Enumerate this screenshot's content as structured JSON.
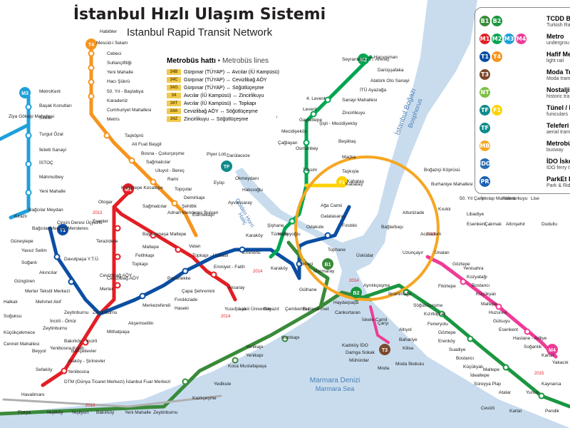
{
  "title": "İstanbul Hızlı Ulaşım Sistemi",
  "subtitle": "Istanbul Rapid Transit Network",
  "colors": {
    "M1": "#e31e24",
    "M2": "#00a651",
    "M3": "#1fa0d9",
    "M4": "#ee3b96",
    "T1": "#0b4ea2",
    "T3": "#7b4a2c",
    "T4": "#f7941d",
    "F1": "#ffd200",
    "TF": "#0f8a8a",
    "B1": "#3a8a3a",
    "B2": "#1a9640",
    "NT": "#7ac143",
    "Marmaray": "#5b5ea6",
    "Metrobus": "#f5a623",
    "Sea": "#c8dcee",
    "Future": "#b0b0b0"
  },
  "legend": {
    "rows": [
      {
        "badges": [
          "B1",
          "B2"
        ],
        "label": "TCDD Ba",
        "sub": "Turkish Ra"
      },
      {
        "badges": [
          "M1",
          "M2",
          "M3",
          "M4"
        ],
        "label": "Metro",
        "sub": "undergrou"
      },
      {
        "badges": [
          "T1",
          "T4"
        ],
        "label": "Hafif Me",
        "sub": "light rail"
      },
      {
        "badges": [
          "T3"
        ],
        "label": "Moda Tra",
        "sub": "Moda tram"
      },
      {
        "badges": [
          "NT"
        ],
        "label": "Nostalji",
        "sub": "historic tra"
      },
      {
        "badges": [
          "TF",
          "F1"
        ],
        "label": "Tünel / F",
        "sub": "funiculars"
      },
      {
        "badges": [
          "TF"
        ],
        "label": "Teleferi",
        "sub": "aerial tram"
      },
      {
        "badges": [
          "MB"
        ],
        "label": "Metrobü",
        "sub": "busway"
      },
      {
        "badges": [
          "IDO"
        ],
        "label": "İDO İske",
        "sub": "İDO ferry t"
      },
      {
        "badges": [
          "PR"
        ],
        "label": "ParkEt D",
        "sub": "Park & Ride"
      }
    ]
  },
  "metrobus": {
    "head": "Metrobüs hattı",
    "head_en": "• Metrobüs lines",
    "routes": [
      {
        "code": "34B",
        "text": "Gürpınar (TÜYAP) ↔ Avcılar (İÜ Kampüsü)"
      },
      {
        "code": "34C",
        "text": "Gürpınar (TÜYAP) ↔ Cevizlibağ AÖY"
      },
      {
        "code": "34G",
        "text": "Gürpınar (TÜYAP) ↔ Söğütlüçeşme"
      },
      {
        "code": "34",
        "text": "Avcılar (İÜ Kampüsü) ↔ Zincirlikuyu"
      },
      {
        "code": "34T",
        "text": "Avcılar (İÜ Kampüsü) ↔ Topkapı"
      },
      {
        "code": "34A",
        "text": "Cevizlibağ AÖY ↔ Söğütlüçeşme"
      },
      {
        "code": "34Z",
        "text": "Zincirlikuyu ↔ Söğütlüçeşme"
      }
    ]
  },
  "water": {
    "bosphorus": "İstanbul Boğazı",
    "bosphorus_en": "Bosphorus",
    "golden_horn": "Golden Horn",
    "haliç": "Haliç",
    "marmara": "Marmara Denizi",
    "marmara_en": "Marmara Sea"
  },
  "years": [
    "2013",
    "2014",
    "2014",
    "2014",
    "2013",
    "2015",
    "2013"
  ],
  "stations": {
    "T4": [
      "Habibler",
      "Mescid-i Selam",
      "Cebeci",
      "Sultançiftliği",
      "Yeni Mahalle",
      "Hacı Şükrü",
      "50. Yıl - Baştabya",
      "Karadeniz",
      "Cumhuriyet Mahallesi",
      "Metris",
      "Taşköprü",
      "Ali Fuat Başgil",
      "Bosna - Çukurçeşme",
      "Sağmalcılar",
      "Uluyol - Bereç",
      "Rami",
      "Topçular",
      "Demirkapı",
      "Şehitlik",
      "Edirnekapı",
      "Vatan",
      "Pazartekke",
      "Fındıkzade"
    ],
    "M3": [
      "MetroKent",
      "Başak Konutları",
      "Siteler",
      "Turgut Özal",
      "İkitelli Sanayi",
      "İSTOÇ",
      "Mahmutbey",
      "Yeni Mahalle",
      "Kirazlı",
      "Ziya Gökalp Mahallesi"
    ],
    "M1": [
      "Otogar",
      "Kartaltepe Kocatepe",
      "Sağmalcılar",
      "Esenler",
      "Terazidere",
      "Bayrampaşa Maltepe",
      "Davutpaşa Y.T.Ü.",
      "Adnan Menderes Bulvarı",
      "Maltepe",
      "Fetihkapı",
      "Topkapı",
      "Cevizlibağ AÖY",
      "Merter",
      "Zeytinburnu",
      "Merkezefendi",
      "Emniyet - Fatih",
      "Aksaray",
      "Yusufpaşa",
      "Bakırköy - İncirli",
      "Bahçelievler",
      "Ataköy - Şirinevler",
      "Yenibosna",
      "DTM (Dünya Ticaret Merkezi) İstanbul Fuar Merkezi",
      "Havalimanı"
    ],
    "T1": [
      "Bağcılar Merkez",
      "Güneştepe",
      "Yavuz Selim",
      "Soğanlı",
      "Akıncılar",
      "Güngören",
      "Merter Tekstil Merkezi",
      "Mehmet Akif",
      "Zeytinburnu",
      "Çapa Şehremini",
      "Haseki",
      "Laleli Üniversite",
      "Beyazıt",
      "Çemberlitaş",
      "Sultanahmet",
      "Gülhane",
      "Sirkeci",
      "Eminönü",
      "Karaköy",
      "Tophane",
      "Fındıklı",
      "Kabataş",
      "Topkapı - Ulubatlı",
      "Cevizlibağ AÖY",
      "Akşemsettin",
      "Mithatpaşa"
    ],
    "M2": [
      "Hacıosman",
      "Darüşşafaka",
      "Atatürk Oto Sanayi",
      "İTÜ Ayazağa",
      "Seyrantepe (TT Arena)",
      "Sanayi Mahallesi",
      "4. Levent",
      "Levent",
      "Gayrettepe",
      "Şişli - Mecidiyeköy",
      "Osmanbey",
      "Taksim",
      "Şişhane",
      "Haliç",
      "Yenikapı",
      "Mecidiyeköy"
    ],
    "misc": [
      "Okmeydanı Hastane",
      "Darülaceze",
      "Piyer Loti",
      "Eyüp",
      "Okmeydanı",
      "Halıcıoğlu",
      "Ayvansaray",
      "Çağlayan",
      "Zincirlikuyu",
      "Beşiktaş",
      "Maçka",
      "Taşkışla",
      "Kabataş",
      "Ağa Camii",
      "Galatasaray",
      "Odakule",
      "Tünel Beyoğlu",
      "Karaköy",
      "Üsküdar",
      "Boğaziçi Köprüsü",
      "Burhaniye Mahallesi",
      "Altunizade",
      "Bağlarbaşı",
      "Acıbadem",
      "Kısıklı",
      "50. Yıl Çarşı",
      "İnkılap Mahallesi",
      "Ihlamurkuyu",
      "Lise",
      "Libadiye",
      "Esenkent",
      "Çakmak",
      "Altınşehir",
      "Dudullu"
    ],
    "east": [
      "Ünalan",
      "Uzunçayır",
      "Göztepe",
      "Yenisahra",
      "Kozyatağı",
      "Bostancı",
      "Küçükyalı",
      "Maltepe",
      "Huzurevi",
      "Gülsuyu",
      "Esenkent",
      "Hastane - Adliye",
      "Soğanlık",
      "Kartal",
      "Fikirtepe",
      "Söğütlüçeşme",
      "Kızıltoprak",
      "Feneryolu",
      "Göztepe",
      "Erenköy",
      "Suadiye",
      "Bostancı",
      "Küçükyalı",
      "İdealtepe",
      "Süreyya Plajı",
      "Maltepe",
      "Cevizli",
      "Atalar",
      "Kartal",
      "Yunus",
      "Pendik",
      "Kaynarca",
      "Yakacık"
    ],
    "kadikoy": [
      "Ayrılıkçeşme",
      "İbrahimağa",
      "Haydarpaşa",
      "Kadıköy İDO",
      "Damga Sokak",
      "Mühürdar",
      "Moda",
      "Moda İlkokulu",
      "Kilise",
      "Bahariye",
      "Altıyol",
      "Çarşı",
      "İskele Camii",
      "Cankurtaran",
      "Kumkapı",
      "Yenikapı",
      "Koca Mustafapaşa",
      "Yedikule",
      "Kazlıçeşme"
    ],
    "bottom": [
      "Florya",
      "Yeşilköy",
      "Yeşilyurt",
      "Bakırköy",
      "Yeni Mahalle",
      "Zeytinburnu",
      "Yenibosna Kuleli",
      "Sefaköy",
      "Cennet Mahallesi",
      "Beyyol",
      "Halkalı",
      "Soğuksu",
      "Küçükçekmece",
      "İncirli - Ömür",
      "Zeytinburnu",
      "Menderes",
      "Çinçin Deresi Üçyüzlü",
      "Bağcılar Meydan",
      "Marmaray"
    ]
  }
}
